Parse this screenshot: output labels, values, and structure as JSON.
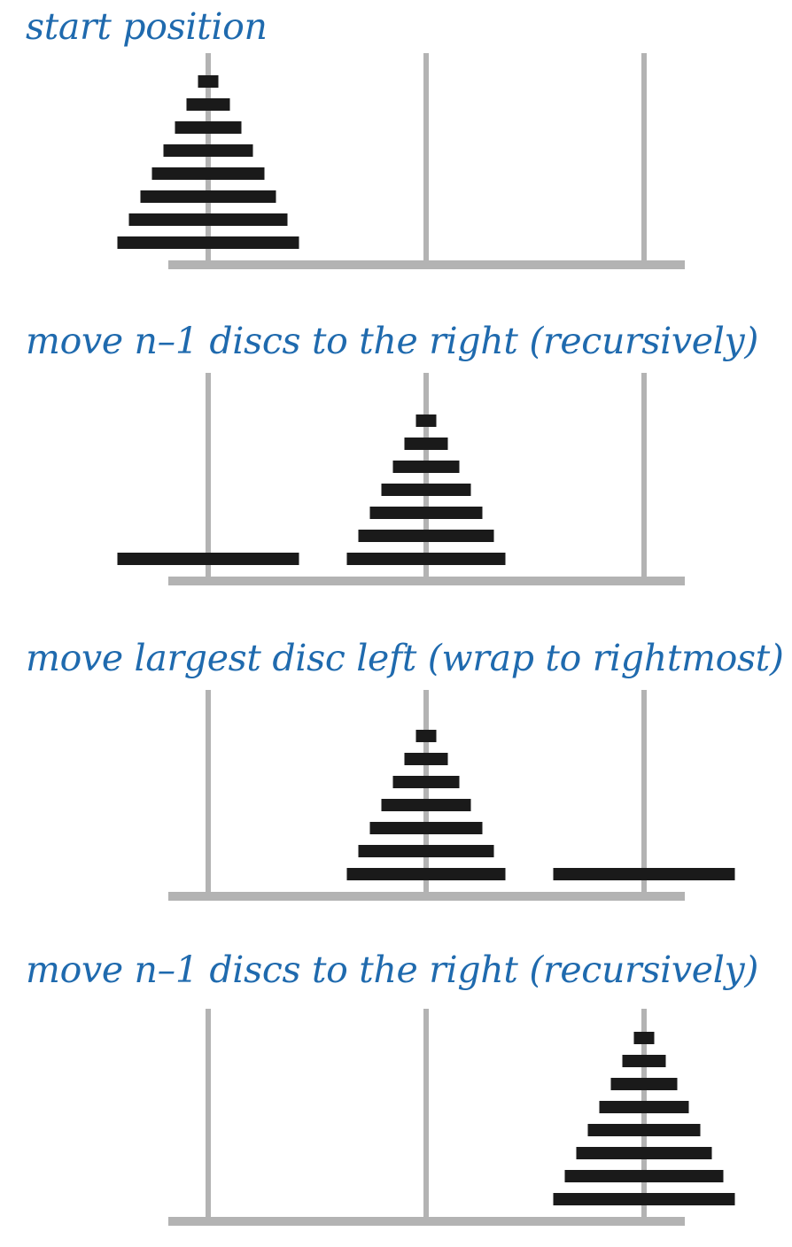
{
  "captions": [
    "start position",
    "move n–1 discs to the right (recursively)",
    "move largest disc left (wrap to rightmost)",
    "move n–1 discs to the right (recursively)"
  ],
  "colors": {
    "caption": "#1f6aae",
    "peg": "#b3b3b3",
    "disc": "#1a1a1a",
    "background": "#ffffff"
  },
  "disc_count": 8,
  "stages": [
    {
      "pegs": [
        [
          8,
          7,
          6,
          5,
          4,
          3,
          2,
          1
        ],
        [],
        []
      ]
    },
    {
      "pegs": [
        [
          8
        ],
        [
          7,
          6,
          5,
          4,
          3,
          2,
          1
        ],
        []
      ]
    },
    {
      "pegs": [
        [],
        [
          7,
          6,
          5,
          4,
          3,
          2,
          1
        ],
        [
          8
        ]
      ]
    },
    {
      "pegs": [
        [],
        [],
        [
          8,
          7,
          6,
          5,
          4,
          3,
          2,
          1
        ]
      ]
    }
  ]
}
